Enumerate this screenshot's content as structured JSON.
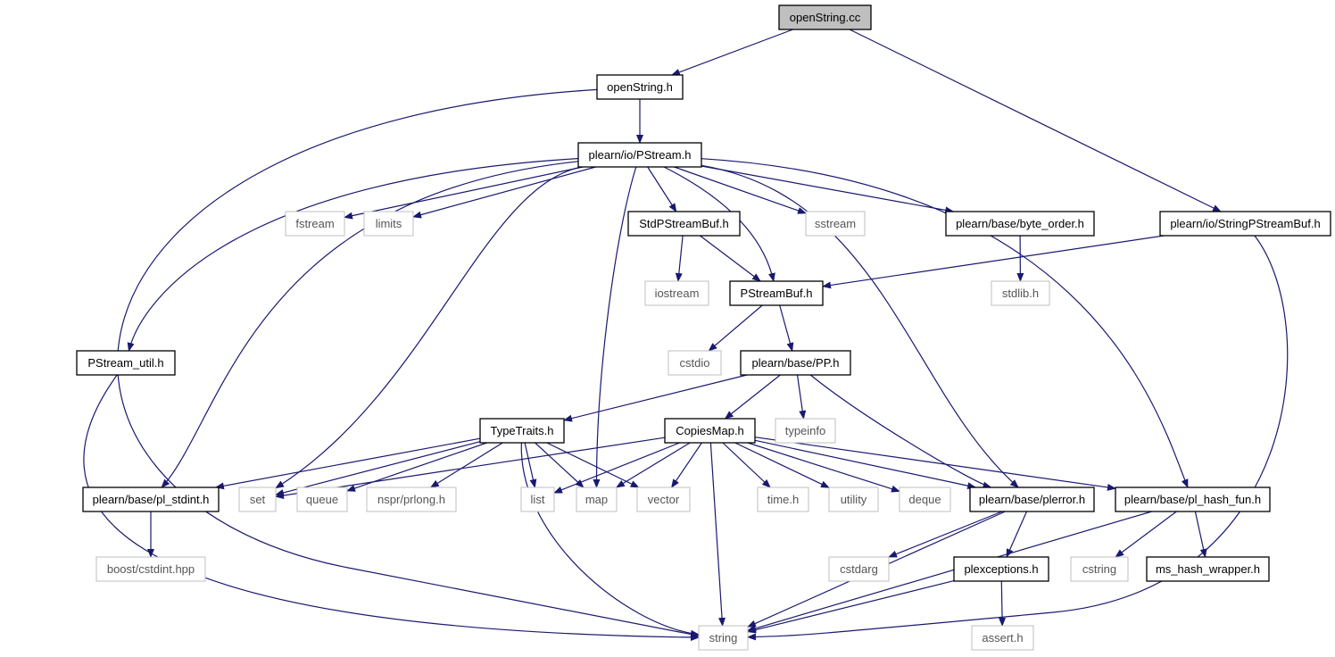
{
  "diagram": {
    "edge_color": "#191970",
    "root_fill": "#bfbfbf",
    "node_border": "#000000",
    "external_border": "#bfbfbf",
    "nodes": [
      {
        "id": "openStringCc",
        "label": "openString.cc",
        "kind": "root"
      },
      {
        "id": "openStringH",
        "label": "openString.h",
        "kind": "local"
      },
      {
        "id": "pstreamH",
        "label": "plearn/io/PStream.h",
        "kind": "local"
      },
      {
        "id": "stringPStreamBuf",
        "label": "plearn/io/StringPStreamBuf.h",
        "kind": "local"
      },
      {
        "id": "fstream",
        "label": "fstream",
        "kind": "external"
      },
      {
        "id": "limits",
        "label": "limits",
        "kind": "external"
      },
      {
        "id": "stdPStreamBuf",
        "label": "StdPStreamBuf.h",
        "kind": "local"
      },
      {
        "id": "sstream",
        "label": "sstream",
        "kind": "external"
      },
      {
        "id": "byteOrder",
        "label": "plearn/base/byte_order.h",
        "kind": "local"
      },
      {
        "id": "iostream",
        "label": "iostream",
        "kind": "external"
      },
      {
        "id": "pstreamBufH",
        "label": "PStreamBuf.h",
        "kind": "local"
      },
      {
        "id": "stdlib",
        "label": "stdlib.h",
        "kind": "external"
      },
      {
        "id": "pstreamUtil",
        "label": "PStream_util.h",
        "kind": "local"
      },
      {
        "id": "cstdio",
        "label": "cstdio",
        "kind": "external"
      },
      {
        "id": "pp",
        "label": "plearn/base/PP.h",
        "kind": "local"
      },
      {
        "id": "typeTraits",
        "label": "TypeTraits.h",
        "kind": "local"
      },
      {
        "id": "copiesMap",
        "label": "CopiesMap.h",
        "kind": "local"
      },
      {
        "id": "typeinfo",
        "label": "typeinfo",
        "kind": "external"
      },
      {
        "id": "plStdint",
        "label": "plearn/base/pl_stdint.h",
        "kind": "local"
      },
      {
        "id": "set",
        "label": "set",
        "kind": "external"
      },
      {
        "id": "queue",
        "label": "queue",
        "kind": "external"
      },
      {
        "id": "prlong",
        "label": "nspr/prlong.h",
        "kind": "external"
      },
      {
        "id": "list",
        "label": "list",
        "kind": "external"
      },
      {
        "id": "map",
        "label": "map",
        "kind": "external"
      },
      {
        "id": "vector",
        "label": "vector",
        "kind": "external"
      },
      {
        "id": "timeH",
        "label": "time.h",
        "kind": "external"
      },
      {
        "id": "utility",
        "label": "utility",
        "kind": "external"
      },
      {
        "id": "deque",
        "label": "deque",
        "kind": "external"
      },
      {
        "id": "plerror",
        "label": "plearn/base/plerror.h",
        "kind": "local"
      },
      {
        "id": "plHashFun",
        "label": "plearn/base/pl_hash_fun.h",
        "kind": "local"
      },
      {
        "id": "boostCstdint",
        "label": "boost/cstdint.hpp",
        "kind": "external"
      },
      {
        "id": "cstdarg",
        "label": "cstdarg",
        "kind": "external"
      },
      {
        "id": "plexceptions",
        "label": "plexceptions.h",
        "kind": "local"
      },
      {
        "id": "cstring",
        "label": "cstring",
        "kind": "external"
      },
      {
        "id": "msHashWrapper",
        "label": "ms_hash_wrapper.h",
        "kind": "local"
      },
      {
        "id": "string",
        "label": "string",
        "kind": "external"
      },
      {
        "id": "assertH",
        "label": "assert.h",
        "kind": "external"
      }
    ],
    "edges": [
      [
        "openStringCc",
        "openStringH"
      ],
      [
        "openStringCc",
        "stringPStreamBuf"
      ],
      [
        "openStringH",
        "pstreamH"
      ],
      [
        "openStringH",
        "string"
      ],
      [
        "pstreamH",
        "fstream"
      ],
      [
        "pstreamH",
        "limits"
      ],
      [
        "pstreamH",
        "stdPStreamBuf"
      ],
      [
        "pstreamH",
        "sstream"
      ],
      [
        "pstreamH",
        "byteOrder"
      ],
      [
        "pstreamH",
        "pstreamBufH"
      ],
      [
        "pstreamH",
        "pstreamUtil"
      ],
      [
        "pstreamH",
        "plStdint"
      ],
      [
        "pstreamH",
        "set"
      ],
      [
        "pstreamH",
        "map"
      ],
      [
        "pstreamH",
        "plerror"
      ],
      [
        "pstreamH",
        "plHashFun"
      ],
      [
        "stringPStreamBuf",
        "pstreamBufH"
      ],
      [
        "stringPStreamBuf",
        "string"
      ],
      [
        "stdPStreamBuf",
        "iostream"
      ],
      [
        "stdPStreamBuf",
        "pstreamBufH"
      ],
      [
        "byteOrder",
        "stdlib"
      ],
      [
        "pstreamBufH",
        "cstdio"
      ],
      [
        "pstreamBufH",
        "pp"
      ],
      [
        "pstreamUtil",
        "string"
      ],
      [
        "pp",
        "typeTraits"
      ],
      [
        "pp",
        "copiesMap"
      ],
      [
        "pp",
        "typeinfo"
      ],
      [
        "pp",
        "plerror"
      ],
      [
        "typeTraits",
        "plStdint"
      ],
      [
        "typeTraits",
        "set"
      ],
      [
        "typeTraits",
        "queue"
      ],
      [
        "typeTraits",
        "prlong"
      ],
      [
        "typeTraits",
        "list"
      ],
      [
        "typeTraits",
        "map"
      ],
      [
        "typeTraits",
        "vector"
      ],
      [
        "typeTraits",
        "string"
      ],
      [
        "copiesMap",
        "set"
      ],
      [
        "copiesMap",
        "list"
      ],
      [
        "copiesMap",
        "map"
      ],
      [
        "copiesMap",
        "vector"
      ],
      [
        "copiesMap",
        "timeH"
      ],
      [
        "copiesMap",
        "utility"
      ],
      [
        "copiesMap",
        "deque"
      ],
      [
        "copiesMap",
        "plerror"
      ],
      [
        "copiesMap",
        "plHashFun"
      ],
      [
        "copiesMap",
        "string"
      ],
      [
        "plStdint",
        "boostCstdint"
      ],
      [
        "plerror",
        "cstdarg"
      ],
      [
        "plerror",
        "plexceptions"
      ],
      [
        "plerror",
        "string"
      ],
      [
        "plexceptions",
        "string"
      ],
      [
        "plexceptions",
        "assertH"
      ],
      [
        "plHashFun",
        "cstring"
      ],
      [
        "plHashFun",
        "msHashWrapper"
      ],
      [
        "plHashFun",
        "string"
      ]
    ]
  }
}
